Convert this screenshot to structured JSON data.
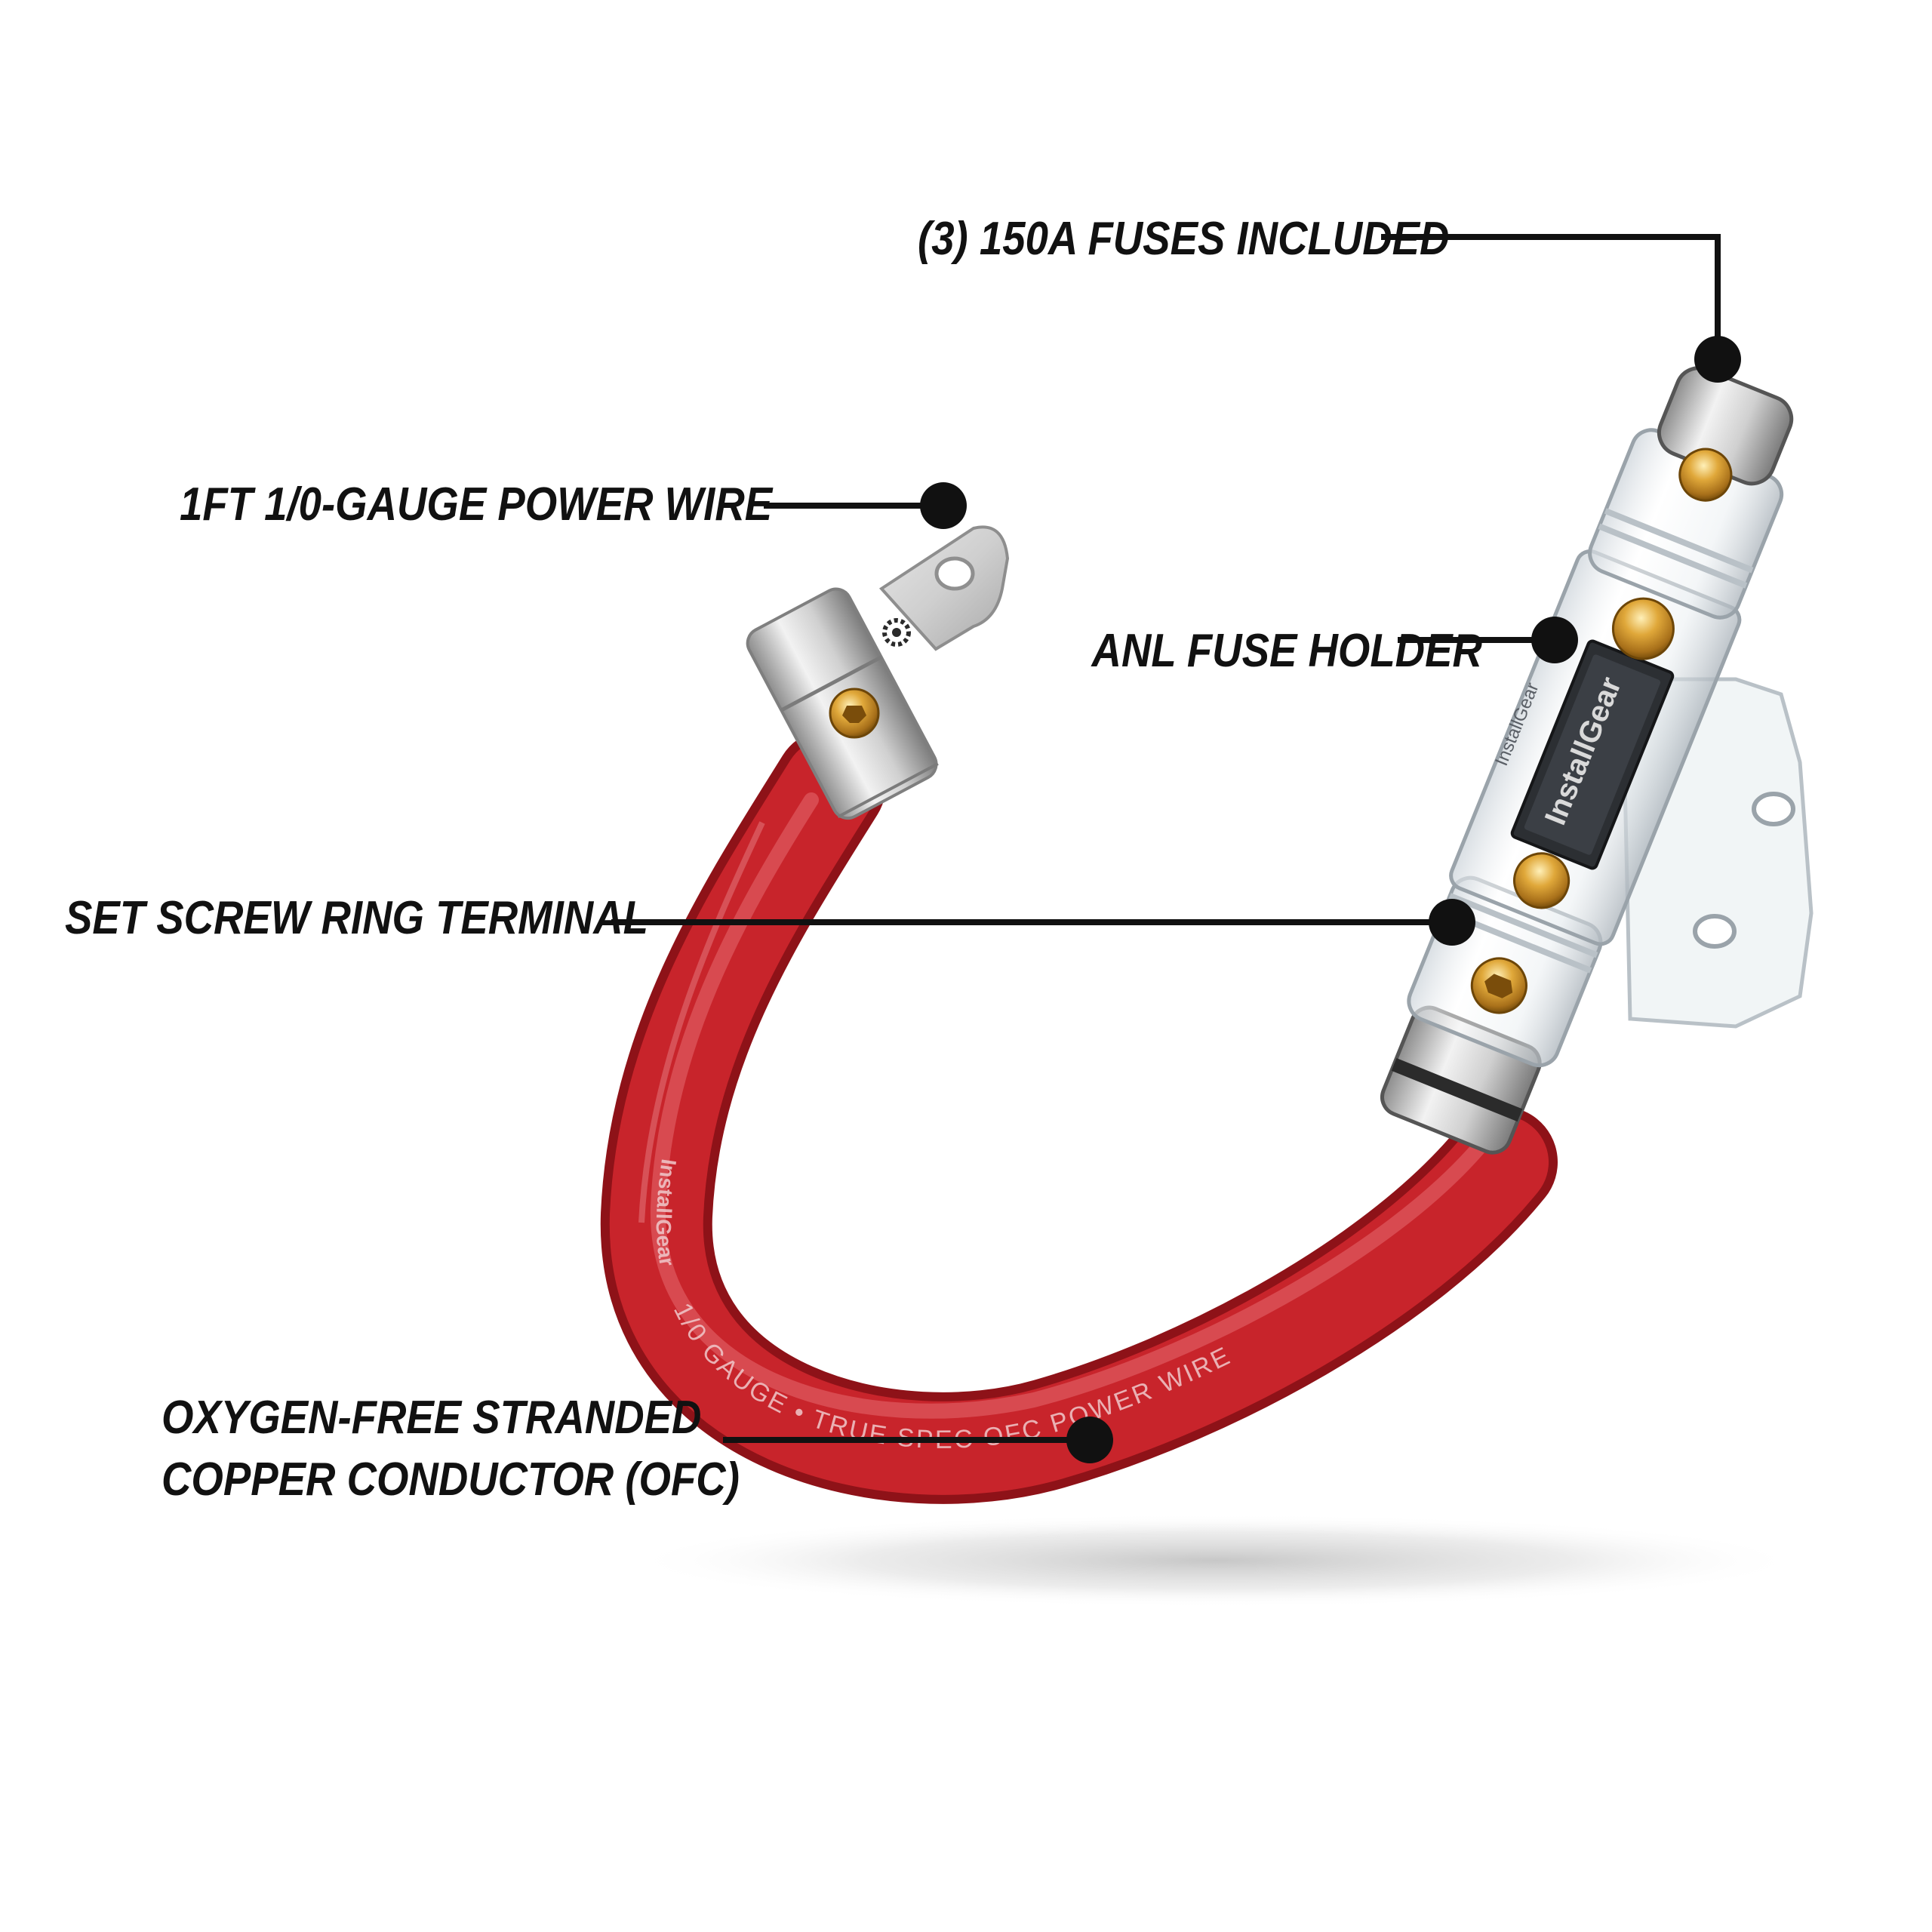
{
  "callouts": {
    "fuses": "(3) 150A FUSES INCLUDED",
    "wire": "1FT 1/0-GAUGE POWER WIRE",
    "holder": "ANL FUSE HOLDER",
    "terminal": "SET SCREW RING TERMINAL",
    "conductor_line1": "OXYGEN-FREE STRANDED",
    "conductor_line2": "COPPER CONDUCTOR (OFC)"
  },
  "product": {
    "cable_printing": "1/0 GAUGE • TRUE SPEC OFC POWER WIRE",
    "cable_brand": "InstallGear",
    "fuse_brand": "InstallGear",
    "fuse_brand_small": "InstallGear"
  },
  "colors": {
    "cable_red": "#c8242b",
    "callout_line": "#111111",
    "background": "#ffffff"
  }
}
